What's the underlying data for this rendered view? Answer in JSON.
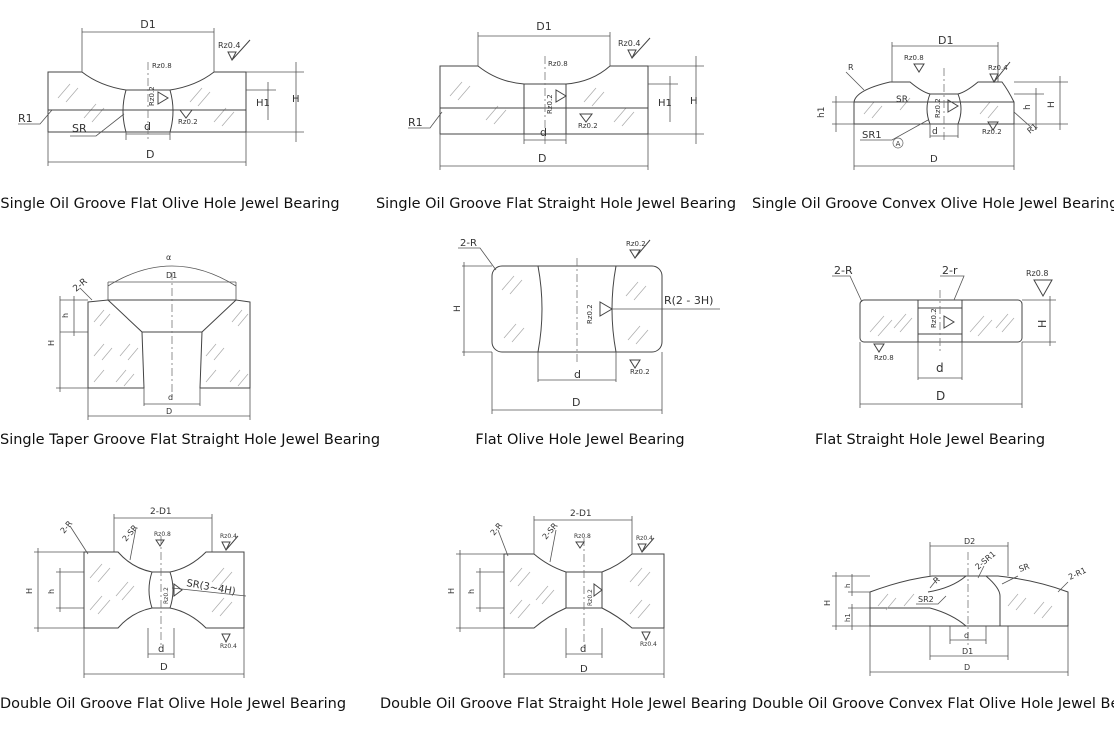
{
  "bearings": [
    {
      "caption": "Single Oil Groove Flat Olive Hole Jewel Bearing",
      "labels": {
        "D1": "D1",
        "Rz_top": "Rz0.4",
        "Rz_groove": "Rz0.8",
        "Rz_hole": "Rz0.2",
        "Rz_bottom": "Rz0.2",
        "H": "H",
        "H1": "H1",
        "R1": "R1",
        "SR": "SR",
        "d": "d",
        "D": "D"
      }
    },
    {
      "caption": "Single Oil Groove Flat Straight Hole Jewel Bearing",
      "labels": {
        "D1": "D1",
        "Rz_top": "Rz0.4",
        "Rz_groove": "Rz0.8",
        "Rz_hole": "Rz0.2",
        "Rz_bottom": "Rz0.2",
        "H": "H",
        "H1": "H1",
        "R1": "R1",
        "d": "d",
        "D": "D"
      }
    },
    {
      "caption": "Single Oil Groove Convex Olive Hole Jewel Bearing",
      "labels": {
        "D1": "D1",
        "R": "R",
        "Rz_groove": "Rz0.8",
        "Rz_top": "Rz0.4",
        "SR": "SR",
        "Rz_hole": "Rz0.2",
        "h1": "h1",
        "h": "h",
        "H": "H",
        "SR1": "SR1",
        "A": "A",
        "d": "d",
        "Rz_bottom": "Rz0.2",
        "R1": "R1",
        "D": "D"
      }
    },
    {
      "caption": "Single Taper Groove Flat Straight Hole Jewel Bearing",
      "labels": {
        "alpha": "α",
        "D1": "D1",
        "R": "2-R",
        "h": "h",
        "H": "H",
        "d": "d",
        "D": "D"
      }
    },
    {
      "caption": "Flat Olive Hole Jewel Bearing",
      "labels": {
        "R": "2-R",
        "Rz_top": "Rz0.2",
        "H": "H",
        "Rz_hole": "Rz0.2",
        "RR": "R(2 - 3H)",
        "d": "d",
        "Rz_bottom": "Rz0.2",
        "D": "D"
      }
    },
    {
      "caption": "Flat Straight Hole Jewel Bearing",
      "labels": {
        "R": "2-R",
        "r": "2-r",
        "Rz_top": "Rz0.8",
        "H": "H",
        "Rz_hole": "Rz0.2",
        "Rz_bottom": "Rz0.8",
        "d": "d",
        "D": "D"
      }
    },
    {
      "caption": "Double Oil Groove Flat Olive Hole Jewel Bearing",
      "labels": {
        "D1": "2-D1",
        "R": "2-R",
        "SR": "2-SR",
        "Rz_groove": "Rz0.8",
        "Rz_top": "Rz0.4",
        "H": "H",
        "h": "h",
        "SRH": "SR(3~4H)",
        "Rz_hole": "Rz0.2",
        "d": "d",
        "Rz_bottom": "Rz0.4",
        "D": "D"
      }
    },
    {
      "caption": "Double Oil Groove Flat Straight Hole Jewel Bearing",
      "labels": {
        "D1": "2-D1",
        "R": "2-R",
        "SR": "2-SR",
        "Rz_groove": "Rz0.8",
        "Rz_top": "Rz0.4",
        "H": "H",
        "h": "h",
        "Rz_hole": "Rz0.2",
        "d": "d",
        "Rz_bottom": "Rz0.4",
        "D": "D"
      }
    },
    {
      "caption": "Double Oil Groove Convex Flat Olive Hole Jewel Bearing",
      "labels": {
        "D2": "D2",
        "SR1": "2-SR1",
        "SR": "SR",
        "R1": "2-R1",
        "R": "R",
        "SR2": "SR2",
        "H": "H",
        "h": "h",
        "h1": "h1",
        "d": "d",
        "D1": "D1",
        "D": "D"
      }
    }
  ]
}
